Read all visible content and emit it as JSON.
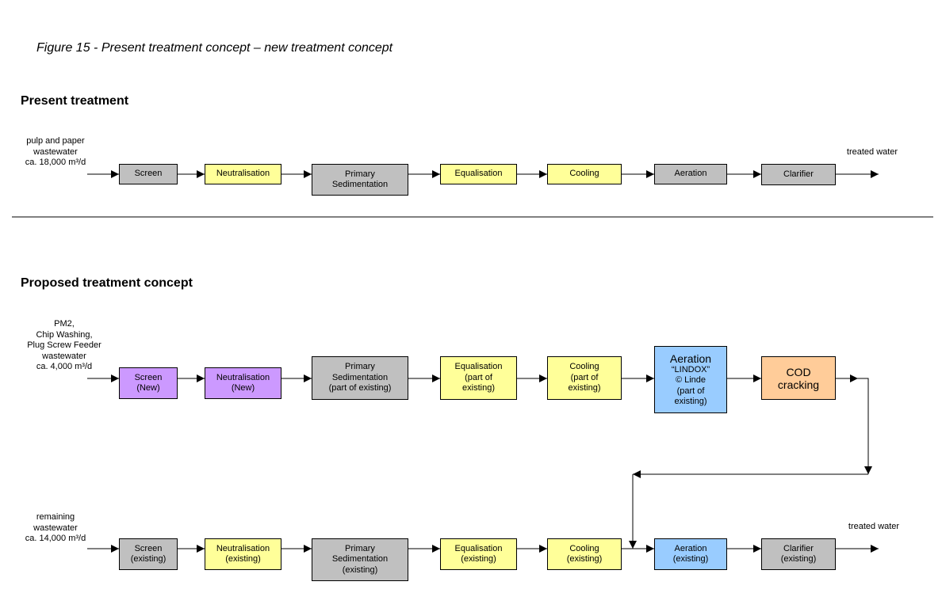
{
  "caption": "Figure 15 - Present treatment concept – new treatment concept",
  "present": {
    "heading": "Present treatment",
    "input_lines": [
      "pulp and paper",
      "wastewater",
      "ca. 18,000 m³/d"
    ],
    "output": "treated water",
    "boxes": [
      {
        "lines": [
          "Screen"
        ],
        "color": "#c0c0c0"
      },
      {
        "lines": [
          "Neutralisation"
        ],
        "color": "#ffff99"
      },
      {
        "lines": [
          "Primary",
          "Sedimentation"
        ],
        "color": "#c0c0c0"
      },
      {
        "lines": [
          "Equalisation"
        ],
        "color": "#ffff99"
      },
      {
        "lines": [
          "Cooling"
        ],
        "color": "#ffff99"
      },
      {
        "lines": [
          "Aeration"
        ],
        "color": "#c0c0c0"
      },
      {
        "lines": [
          "Clarifier"
        ],
        "color": "#c0c0c0"
      }
    ]
  },
  "proposed": {
    "heading": "Proposed treatment concept",
    "line1": {
      "input_lines": [
        "PM2,",
        "Chip Washing,",
        "Plug Screw Feeder",
        "wastewater",
        "ca. 4,000 m³/d"
      ],
      "boxes": [
        {
          "lines": [
            "Screen",
            "(New)"
          ],
          "color": "#cc99ff"
        },
        {
          "lines": [
            "Neutralisation",
            "(New)"
          ],
          "color": "#cc99ff"
        },
        {
          "lines": [
            "Primary",
            "Sedimentation",
            "(part of existing)"
          ],
          "color": "#c0c0c0"
        },
        {
          "lines": [
            "Equalisation",
            "(part of",
            "existing)"
          ],
          "color": "#ffff99"
        },
        {
          "lines": [
            "Cooling",
            "(part of",
            "existing)"
          ],
          "color": "#ffff99"
        },
        {
          "title": "Aeration",
          "lines": [
            "“LINDOX”",
            "© Linde",
            "(part of",
            "existing)"
          ],
          "color": "#99ccff"
        },
        {
          "lines": [
            "COD",
            "cracking"
          ],
          "color": "#ffcc99"
        }
      ]
    },
    "line2": {
      "input_lines": [
        "remaining",
        "wastewater",
        "ca. 14,000 m³/d"
      ],
      "output": "treated water",
      "boxes": [
        {
          "lines": [
            "Screen",
            "(existing)"
          ],
          "color": "#c0c0c0"
        },
        {
          "lines": [
            "Neutralisation",
            "(existing)"
          ],
          "color": "#ffff99"
        },
        {
          "lines": [
            "Primary",
            "Sedimentation",
            "(existing)"
          ],
          "color": "#c0c0c0"
        },
        {
          "lines": [
            "Equalisation",
            "(existing)"
          ],
          "color": "#ffff99"
        },
        {
          "lines": [
            "Cooling",
            "(existing)"
          ],
          "color": "#ffff99"
        },
        {
          "lines": [
            "Aeration",
            "(existing)"
          ],
          "color": "#99ccff"
        },
        {
          "lines": [
            "Clarifier",
            "(existing)"
          ],
          "color": "#c0c0c0"
        }
      ]
    }
  }
}
